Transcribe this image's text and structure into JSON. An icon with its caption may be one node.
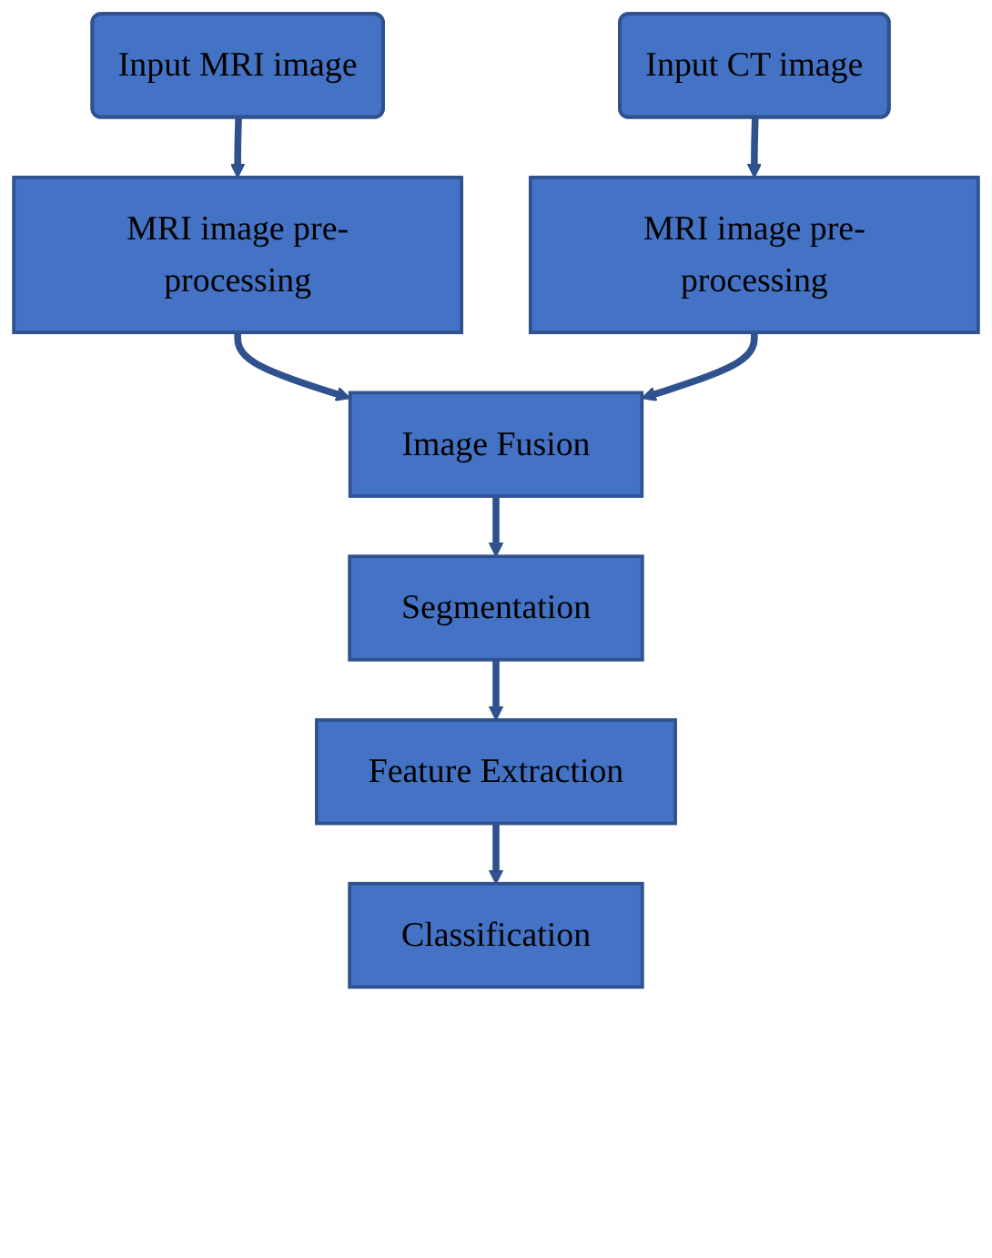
{
  "diagram": {
    "nodes": [
      {
        "text": [
          "Input MRI image"
        ]
      },
      {
        "text": [
          "Input CT image"
        ]
      },
      {
        "text": [
          "MRI image pre-processing"
        ]
      },
      {
        "text": [
          "MRI image pre-processing"
        ]
      },
      {
        "text": [
          "Image Fusion"
        ]
      },
      {
        "text": [
          "Segmentation"
        ]
      },
      {
        "text": [
          "Feature Extraction"
        ]
      },
      {
        "text": [
          "Classification"
        ]
      }
    ],
    "edges": [
      {
        "from": 0,
        "to": 2,
        "arrow": "to"
      },
      {
        "from": 1,
        "to": 3,
        "arrow": "to"
      },
      {
        "from": 2,
        "to": 4,
        "arrow": "to"
      },
      {
        "from": 3,
        "to": 4,
        "arrow": "to"
      },
      {
        "from": 4,
        "to": 5,
        "arrow": "to"
      },
      {
        "from": 5,
        "to": 6,
        "arrow": "to"
      },
      {
        "from": 6,
        "to": 7,
        "arrow": "to"
      }
    ]
  }
}
